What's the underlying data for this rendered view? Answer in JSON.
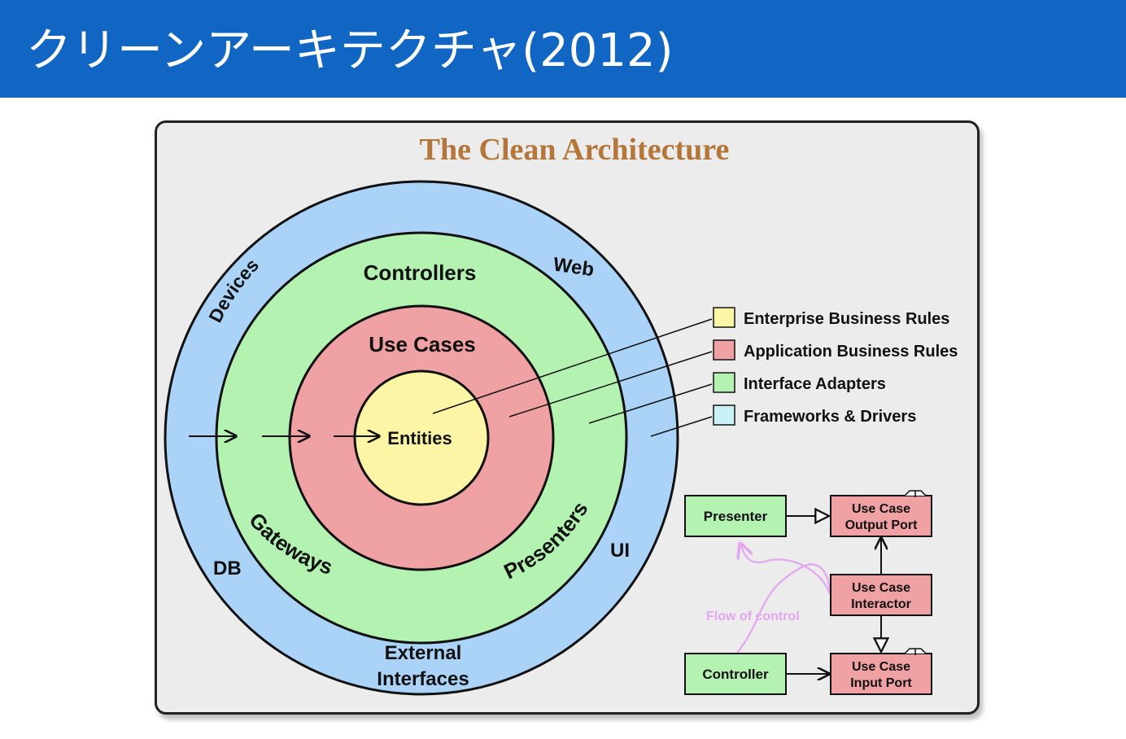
{
  "slide": {
    "title": "クリーンアーキテクチャ(2012)"
  },
  "diagram": {
    "title": "The Clean Architecture",
    "rings": {
      "outer_labels": [
        "Devices",
        "Web",
        "DB",
        "UI",
        "External",
        "Interfaces"
      ],
      "green_labels": [
        "Controllers",
        "Gateways",
        "Presenters"
      ],
      "red_label": "Use Cases",
      "core_label": "Entities"
    },
    "legend": [
      {
        "label": "Enterprise Business Rules",
        "color": "#fdf5a6"
      },
      {
        "label": "Application Business Rules",
        "color": "#f0a1a3"
      },
      {
        "label": "Interface Adapters",
        "color": "#b4f2b2"
      },
      {
        "label": "Frameworks & Drivers",
        "color": "#c8f2f5"
      }
    ],
    "flow": {
      "presenter": "Presenter",
      "controller": "Controller",
      "output_port": [
        "Use Case",
        "Output Port"
      ],
      "interactor": [
        "Use Case",
        "Interactor"
      ],
      "input_port": [
        "Use Case",
        "Input Port"
      ],
      "flow_label": "Flow of control",
      "interface_marker": "I"
    },
    "colors": {
      "header": "#1166c4",
      "frame_bg": "#ececec",
      "outer_ring": "#aad3f7",
      "green_ring": "#b4f2b2",
      "red_ring": "#f0a1a3",
      "core": "#fdf5a6",
      "title": "#b5763a",
      "flow_line": "#e3a6f0"
    }
  }
}
